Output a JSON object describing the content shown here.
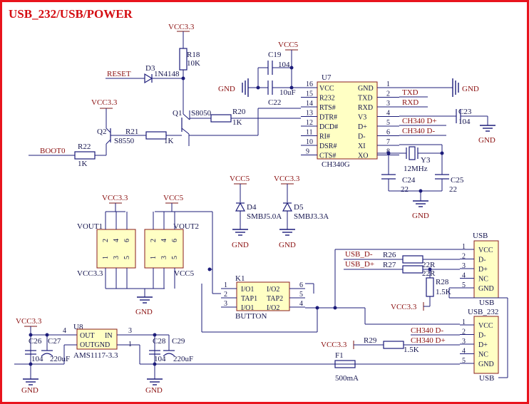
{
  "title": "USB_232/USB/POWER",
  "power": {
    "vcc33": "VCC3.3",
    "vcc5": "VCC5",
    "gnd": "GND"
  },
  "reset_circuit": {
    "reset_net": "RESET",
    "boot0_net": "BOOT0",
    "d3": "D3",
    "d3_part": "1N4148",
    "r18": "R18",
    "r18_value": "10K",
    "q1": "Q1",
    "q1_part": "S8050",
    "r20": "R20",
    "r20_value": "1K",
    "q2": "Q2",
    "q2_part": "S8550",
    "r21": "R21",
    "r21_value": "1K",
    "r22": "R22",
    "r22_value": "1K"
  },
  "ch340": {
    "ref": "U7",
    "part": "CH340G",
    "c19": "C19",
    "c19_value": "104",
    "c22": "C22",
    "c22_value": "10uF",
    "left_pins": [
      {
        "num": "16",
        "name": "VCC"
      },
      {
        "num": "15",
        "name": "R232"
      },
      {
        "num": "14",
        "name": "RTS#"
      },
      {
        "num": "13",
        "name": "DTR#"
      },
      {
        "num": "12",
        "name": "DCD#"
      },
      {
        "num": "11",
        "name": "RI#"
      },
      {
        "num": "10",
        "name": "DSR#"
      },
      {
        "num": "9",
        "name": "CTS#"
      }
    ],
    "right_pins": [
      {
        "num": "1",
        "name": "GND"
      },
      {
        "num": "2",
        "name": "TXD"
      },
      {
        "num": "3",
        "name": "RXD"
      },
      {
        "num": "4",
        "name": "V3"
      },
      {
        "num": "5",
        "name": "D+"
      },
      {
        "num": "6",
        "name": "D-"
      },
      {
        "num": "7",
        "name": "XI"
      },
      {
        "num": "8",
        "name": "XO"
      }
    ],
    "txd_net": "TXD",
    "rxd_net": "RXD",
    "dp_net": "CH340  D+",
    "dm_net": "CH340  D-",
    "c23": "C23",
    "c23_value": "104",
    "y3": "Y3",
    "y3_value": "12MHz",
    "c24": "C24",
    "c24_value": "22",
    "c25": "C25",
    "c25_value": "22"
  },
  "tvs": {
    "d4": "D4",
    "d4_part": "SMBJ5.0A",
    "d5": "D5",
    "d5_part": "SMBJ3.3A"
  },
  "vout": {
    "vout1": "VOUT1",
    "vout2": "VOUT2",
    "top_pins": [
      "2",
      "4",
      "6"
    ],
    "bottom_pins": [
      "1",
      "3",
      "5"
    ],
    "vcc33_label": "VCC3.3",
    "vcc5_label": "VCC5"
  },
  "button": {
    "ref": "K1",
    "part": "BUTTON",
    "left_names": [
      "I/O1",
      "TAP1",
      "I/O1"
    ],
    "right_names": [
      "I/O2",
      "TAP2",
      "I/O2"
    ],
    "left_nums": [
      "1",
      "2",
      "3"
    ],
    "right_nums": [
      "6",
      "5",
      "4"
    ]
  },
  "usb": {
    "ref": "USB",
    "part": "USB",
    "pins": [
      {
        "num": "1",
        "name": "VCC"
      },
      {
        "num": "2",
        "name": "D-"
      },
      {
        "num": "3",
        "name": "D+"
      },
      {
        "num": "4",
        "name": "NC"
      },
      {
        "num": "5",
        "name": "GND"
      }
    ],
    "dm_net": "USB_D-",
    "dp_net": "USB_D+",
    "r26": "R26",
    "r27": "R27",
    "r26_value": "22R",
    "r27_value": "22R",
    "r28": "R28",
    "r28_value": "1.5K",
    "vcc33": "VCC3.3"
  },
  "usb232": {
    "ref": "USB_232",
    "part": "USB",
    "pins": [
      {
        "num": "1",
        "name": "VCC"
      },
      {
        "num": "2",
        "name": "D-"
      },
      {
        "num": "3",
        "name": "D+"
      },
      {
        "num": "4",
        "name": "NC"
      },
      {
        "num": "5",
        "name": "GND"
      }
    ],
    "dm_net": "CH340  D-",
    "dp_net": "CH340  D+",
    "r29": "R29",
    "r29_value": "1.5K",
    "vcc33": "VCC3.3",
    "f1": "F1",
    "f1_value": "500mA"
  },
  "regulator": {
    "ref": "U8",
    "part": "AMS1117-3.3",
    "out": "OUT",
    "in": "IN",
    "outgnd": "OUTGND",
    "pin4": "4",
    "pin3": "3",
    "pin1": "1",
    "c26": "C26",
    "c26_value": "104",
    "c27": "C27",
    "c27_value": "220uF",
    "c28": "C28",
    "c28_value": "104",
    "c29": "C29",
    "c29_value": "220uF"
  }
}
